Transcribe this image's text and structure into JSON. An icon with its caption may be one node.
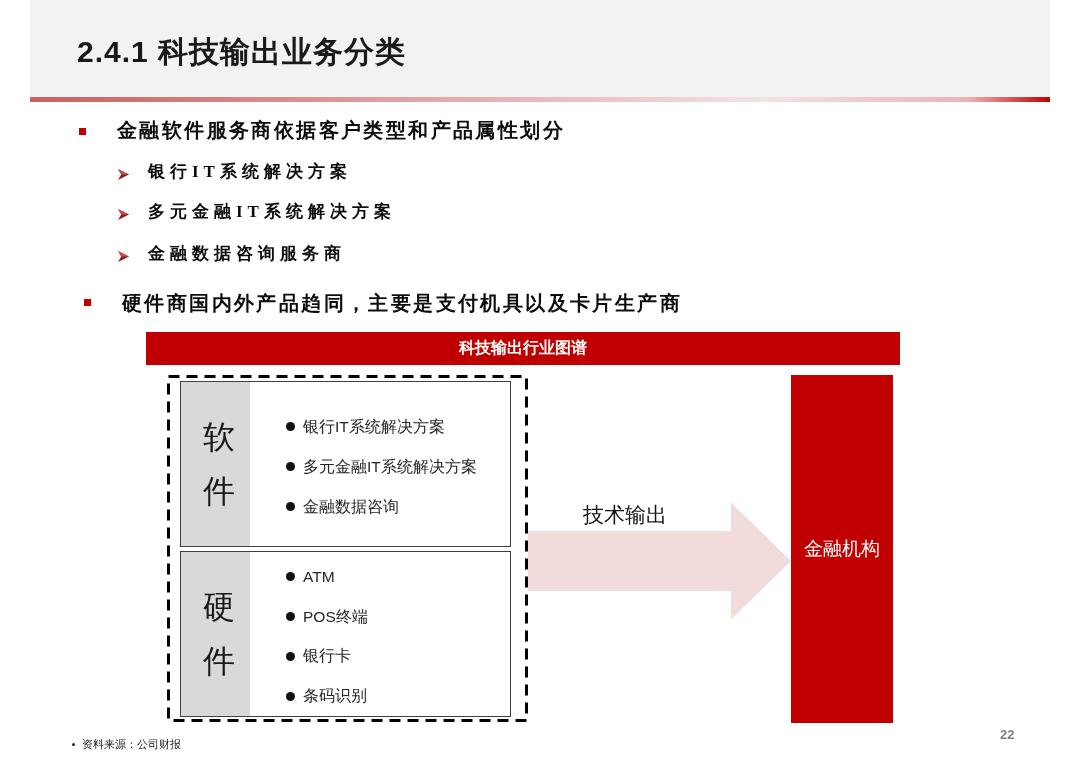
{
  "diagram": {
    "title": "2.4.1 科技输出业务分类",
    "nodes": [
      {
        "text": [
          "科技输出行业图谱"
        ]
      },
      {
        "text": [],
        "shape": "box"
      },
      {
        "text": [
          "软件",
          "银行IT系统解决方案",
          "多元金融IT系统解决方案",
          "金融数据咨询"
        ],
        "in": 1
      },
      {
        "text": [
          "硬件",
          "ATM",
          "POS终端",
          "银行卡",
          "条码识别"
        ],
        "in": 1
      },
      {
        "text": [
          "金融机构"
        ]
      }
    ],
    "edges": [
      {
        "from": 1,
        "to": 4,
        "arrow": "to",
        "label": "技术输出"
      }
    ],
    "labels": [
      "金融软件服务商依据客户类型和产品属性划分",
      "银行IT系统解决方案",
      "多元金融IT系统解决方案",
      "金融数据咨询服务商",
      "硬件商国内外产品趋同，主要是支付机具以及卡片生产商",
      "22",
      "资料来源：公司财报"
    ]
  }
}
